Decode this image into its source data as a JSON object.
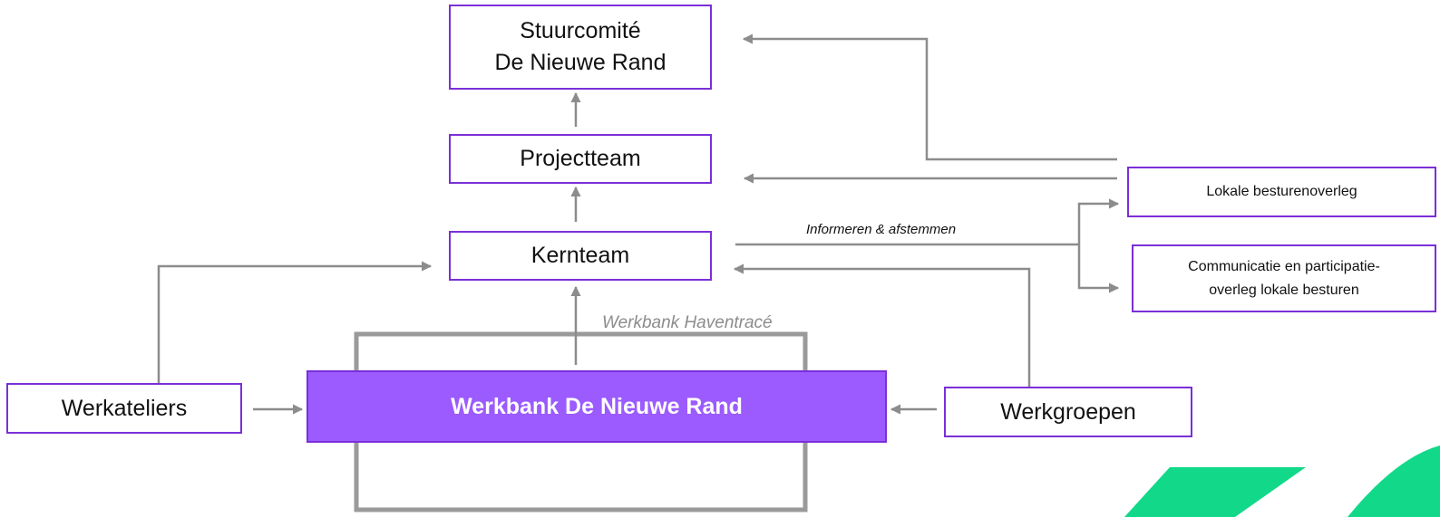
{
  "nodes": {
    "stuurcomite": {
      "line1": "Stuurcomité",
      "line2": "De Nieuwe Rand"
    },
    "projectteam": {
      "label": "Projectteam"
    },
    "kernteam": {
      "label": "Kernteam"
    },
    "werkbank": {
      "label": "Werkbank De Nieuwe Rand"
    },
    "werkateliers": {
      "label": "Werkateliers"
    },
    "werkgroepen": {
      "label": "Werkgroepen"
    },
    "lokale_besturenoverleg": {
      "label": "Lokale besturenoverleg"
    },
    "communicatie": {
      "line1": "Communicatie en participatie-",
      "line2": "overleg lokale besturen"
    }
  },
  "labels": {
    "werkbank_haventrace": "Werkbank Haventracé",
    "informeren": "Informeren & afstemmen"
  },
  "colors": {
    "border_purple": "#7b2fd8",
    "fill_purple": "#9b5bff",
    "connector_gray": "#8c8c8c",
    "accent_green": "#12d98a"
  },
  "decor": {
    "shape": "green-logo-stripes"
  }
}
